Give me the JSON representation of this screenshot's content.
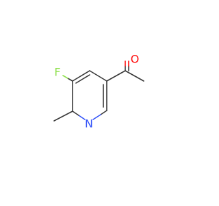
{
  "molecule": {
    "atoms": {
      "fluorine": {
        "label": "F",
        "color": "#90e050"
      },
      "nitrogen": {
        "label": "N",
        "color": "#3050f8"
      },
      "oxygen": {
        "label": "O",
        "color": "#ff0d0d"
      }
    },
    "bond_color": "#383838"
  }
}
